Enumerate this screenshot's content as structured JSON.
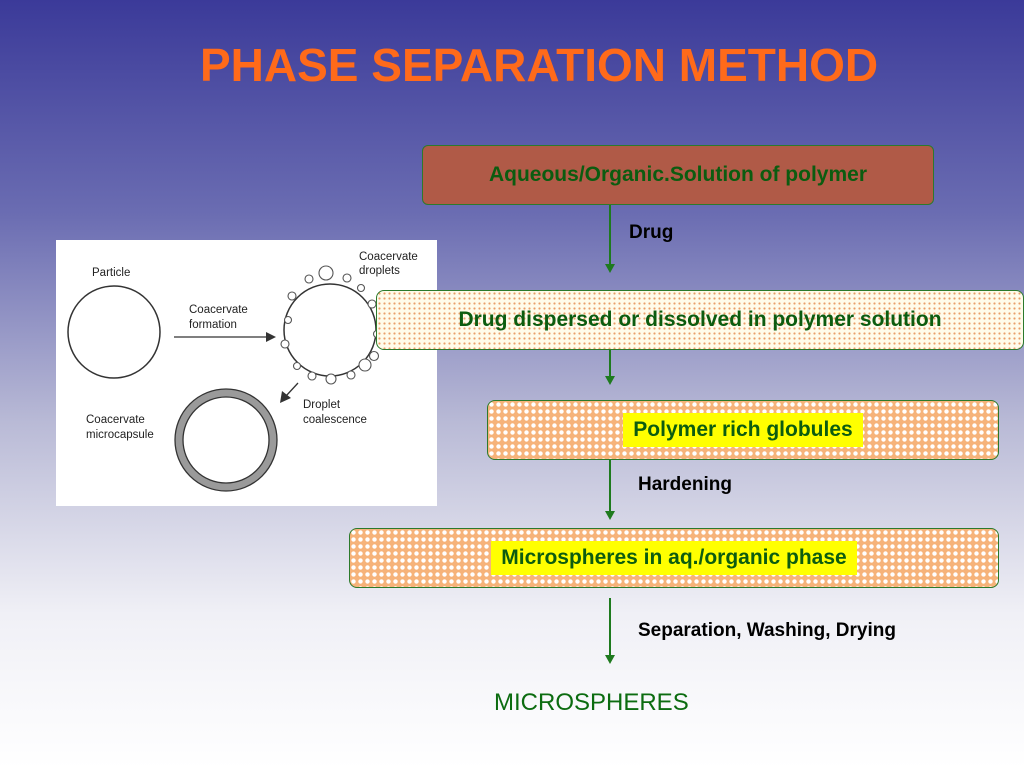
{
  "title": "PHASE SEPARATION METHOD",
  "flow": {
    "box1": "Aqueous/Organic.Solution of polymer",
    "step1": "Drug",
    "box2": "Drug dispersed or dissolved in polymer solution",
    "box3": "Polymer rich globules",
    "step3": "Hardening",
    "box4": "Microspheres in aq./organic phase",
    "step4": "Separation, Washing, Drying",
    "final": "MICROSPHERES"
  },
  "figure": {
    "particle": "Particle",
    "coacervate_formation_1": "Coacervate",
    "coacervate_formation_2": "formation",
    "droplets_1": "Coacervate",
    "droplets_2": "droplets",
    "coalescence_1": "Droplet",
    "coalescence_2": "coalescence",
    "microcapsule_1": "Coacervate",
    "microcapsule_2": "microcapsule"
  },
  "colors": {
    "title": "#ff6a1a",
    "box1_fill": "#b05a47",
    "text_green": "#0c5c10",
    "highlight": "#ffff00",
    "dots_orange": "#f6b37a"
  }
}
